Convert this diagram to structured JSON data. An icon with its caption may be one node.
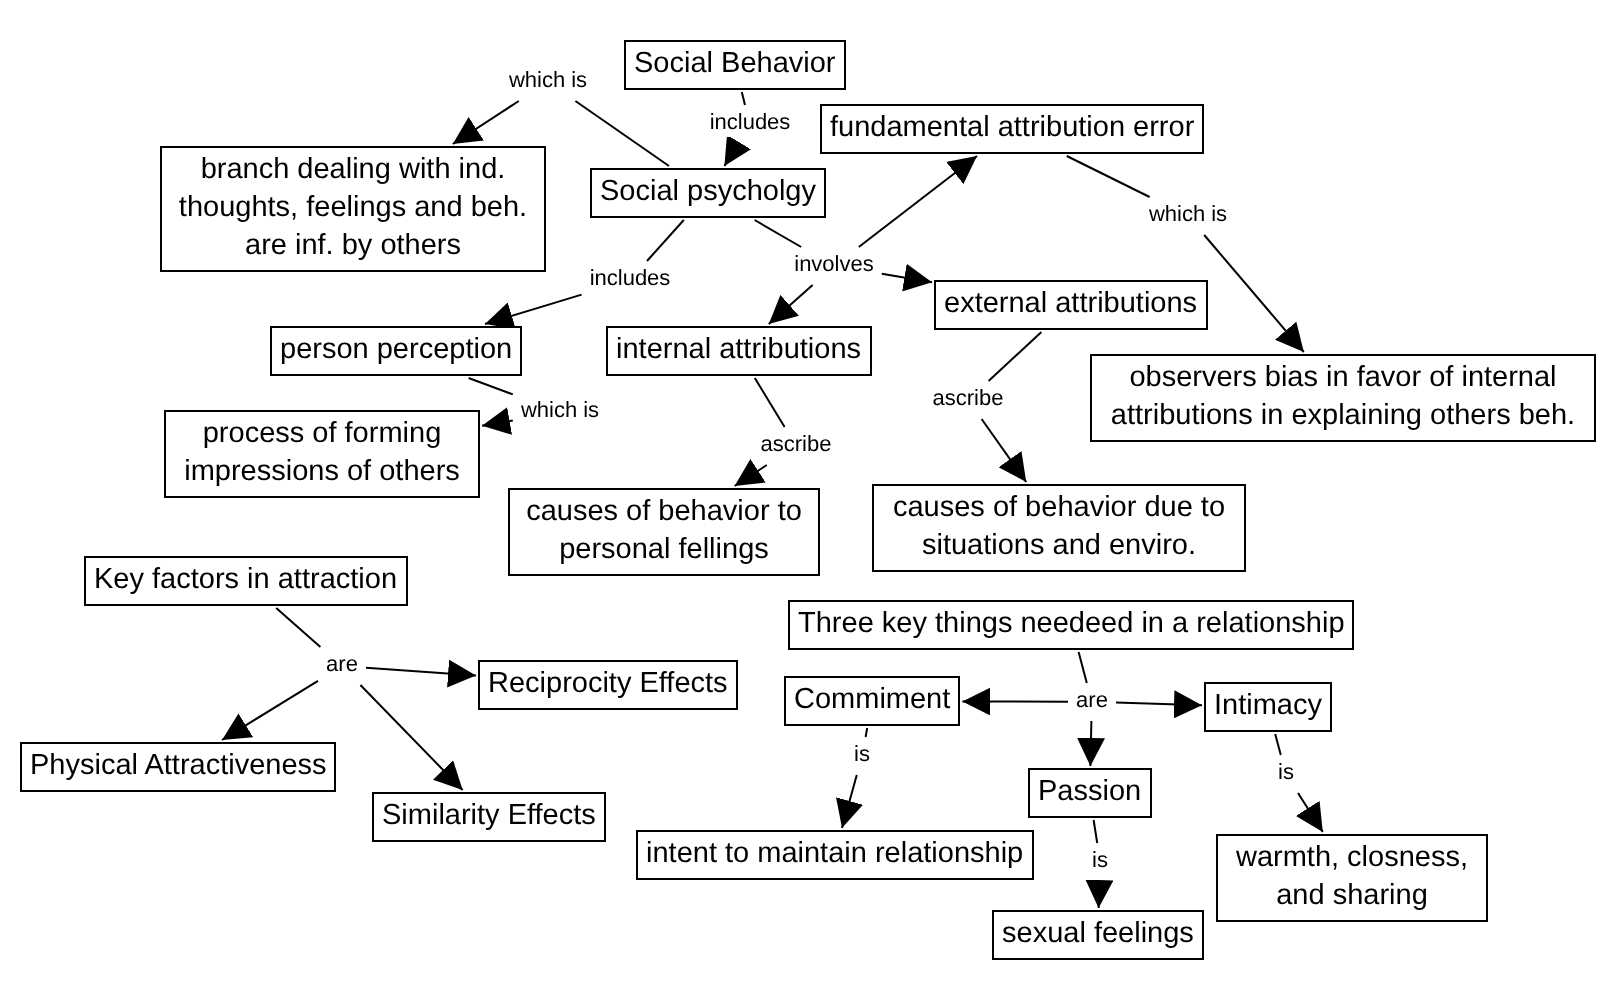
{
  "diagram": {
    "nodes": [
      {
        "text": [
          "Social Behavior"
        ]
      },
      {
        "text": [
          "which is"
        ]
      },
      {
        "text": [
          "branch dealing with ind. thoughts, feelings and beh. are inf. by others"
        ]
      },
      {
        "text": [
          "includes"
        ]
      },
      {
        "text": [
          "Social psycholgy"
        ]
      },
      {
        "text": [
          "fundamental attribution error"
        ]
      },
      {
        "text": [
          "includes"
        ]
      },
      {
        "text": [
          "involves"
        ]
      },
      {
        "text": [
          "which is"
        ]
      },
      {
        "text": [
          "person perception"
        ]
      },
      {
        "text": [
          "internal attributions"
        ]
      },
      {
        "text": [
          "external attributions"
        ]
      },
      {
        "text": [
          "observers bias in favor of internal attributions in explaining others beh."
        ]
      },
      {
        "text": [
          "which is"
        ]
      },
      {
        "text": [
          "process of  forming impressions of others"
        ]
      },
      {
        "text": [
          "ascribe"
        ]
      },
      {
        "text": [
          "ascribe"
        ]
      },
      {
        "text": [
          "causes of behavior to personal fellings"
        ]
      },
      {
        "text": [
          "causes of behavior due to situations and enviro."
        ]
      },
      {
        "text": [
          "Key factors in attraction"
        ]
      },
      {
        "text": [
          "are"
        ]
      },
      {
        "text": [
          "Reciprocity Effects"
        ]
      },
      {
        "text": [
          "Three key things needeed in a relationship"
        ]
      },
      {
        "text": [
          "Physical Attractiveness"
        ]
      },
      {
        "text": [
          "Commiment"
        ]
      },
      {
        "text": [
          "are"
        ]
      },
      {
        "text": [
          "Intimacy"
        ]
      },
      {
        "text": [
          "is"
        ]
      },
      {
        "text": [
          "is"
        ]
      },
      {
        "text": [
          "Passion"
        ]
      },
      {
        "text": [
          "Similarity Effects"
        ]
      },
      {
        "text": [
          "intent to maintain relationship"
        ]
      },
      {
        "text": [
          "is"
        ]
      },
      {
        "text": [
          "warmth, closness, and sharing"
        ]
      },
      {
        "text": [
          "sexual feelings"
        ]
      }
    ],
    "edges": [
      {
        "from": 0,
        "to": 3,
        "arrow": "none"
      },
      {
        "from": 3,
        "to": 4,
        "arrow": "to"
      },
      {
        "from": 4,
        "to": 1,
        "arrow": "none"
      },
      {
        "from": 1,
        "to": 2,
        "arrow": "to"
      },
      {
        "from": 4,
        "to": 6,
        "arrow": "none"
      },
      {
        "from": 6,
        "to": 9,
        "arrow": "to"
      },
      {
        "from": 4,
        "to": 7,
        "arrow": "none"
      },
      {
        "from": 7,
        "to": 5,
        "arrow": "to"
      },
      {
        "from": 7,
        "to": 10,
        "arrow": "to"
      },
      {
        "from": 7,
        "to": 11,
        "arrow": "to"
      },
      {
        "from": 5,
        "to": 8,
        "arrow": "none"
      },
      {
        "from": 8,
        "to": 12,
        "arrow": "to"
      },
      {
        "from": 9,
        "to": 13,
        "arrow": "none"
      },
      {
        "from": 13,
        "to": 14,
        "arrow": "to"
      },
      {
        "from": 10,
        "to": 15,
        "arrow": "none"
      },
      {
        "from": 15,
        "to": 17,
        "arrow": "to"
      },
      {
        "from": 11,
        "to": 16,
        "arrow": "none"
      },
      {
        "from": 16,
        "to": 18,
        "arrow": "to"
      },
      {
        "from": 19,
        "to": 20,
        "arrow": "none"
      },
      {
        "from": 20,
        "to": 21,
        "arrow": "to"
      },
      {
        "from": 20,
        "to": 23,
        "arrow": "to"
      },
      {
        "from": 20,
        "to": 30,
        "arrow": "to"
      },
      {
        "from": 22,
        "to": 25,
        "arrow": "none"
      },
      {
        "from": 25,
        "to": 24,
        "arrow": "to"
      },
      {
        "from": 25,
        "to": 26,
        "arrow": "to"
      },
      {
        "from": 25,
        "to": 29,
        "arrow": "to"
      },
      {
        "from": 24,
        "to": 27,
        "arrow": "none"
      },
      {
        "from": 27,
        "to": 31,
        "arrow": "to"
      },
      {
        "from": 26,
        "to": 28,
        "arrow": "none"
      },
      {
        "from": 28,
        "to": 33,
        "arrow": "to"
      },
      {
        "from": 29,
        "to": 32,
        "arrow": "none"
      },
      {
        "from": 32,
        "to": 34,
        "arrow": "to"
      }
    ]
  }
}
